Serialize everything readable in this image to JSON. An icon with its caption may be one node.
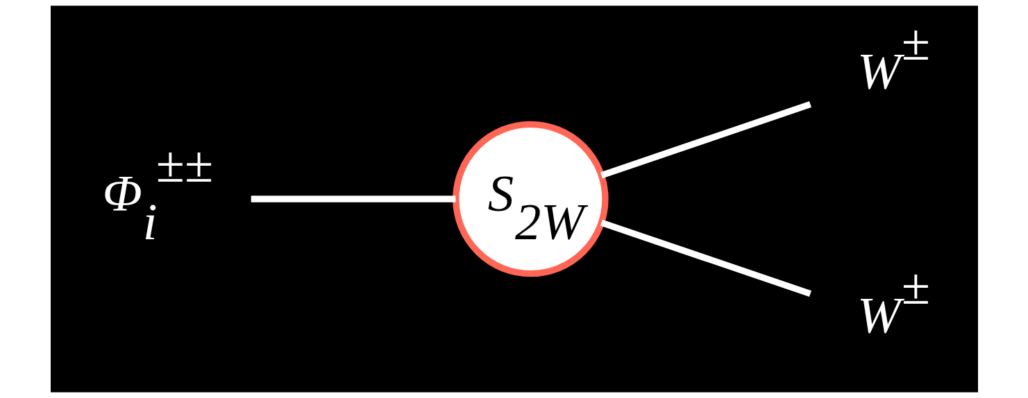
{
  "diagram": {
    "nodes": [
      {
        "text": [
          "Φ$_{i}$$^{±±}$"
        ]
      },
      {
        "text": [
          "S$_{2W}$"
        ]
      },
      {
        "text": [
          "W$^{±}$"
        ]
      },
      {
        "text": [
          "W$^{±}$"
        ]
      }
    ],
    "edges": [
      {
        "from": 0,
        "to": 1,
        "arrow": "none"
      },
      {
        "from": 1,
        "to": 2,
        "arrow": "none"
      },
      {
        "from": 1,
        "to": 3,
        "arrow": "none"
      }
    ]
  }
}
